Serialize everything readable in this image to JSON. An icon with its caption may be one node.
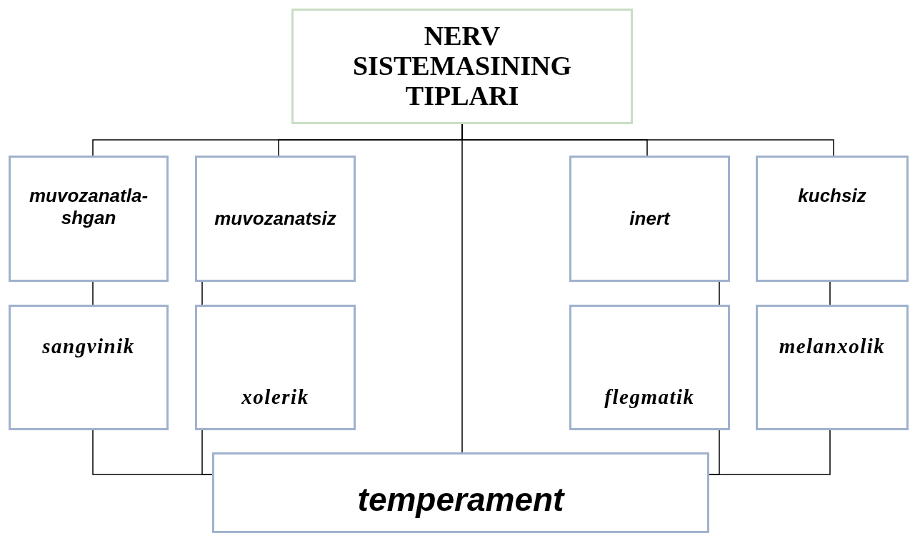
{
  "diagram": {
    "nodes": [
      {
        "text": [
          "NERV SISTEMASINING TIPLARI"
        ]
      },
      {
        "text": [
          "muvozanatla-shgan"
        ]
      },
      {
        "text": [
          "muvozanatsiz"
        ]
      },
      {
        "text": [
          "inert"
        ]
      },
      {
        "text": [
          "kuchsiz"
        ]
      },
      {
        "text": [
          "sangvinik"
        ]
      },
      {
        "text": [
          "xolerik"
        ]
      },
      {
        "text": [
          "flegmatik"
        ]
      },
      {
        "text": [
          "melanxolik"
        ]
      },
      {
        "text": [
          "temperament"
        ]
      }
    ],
    "edges": [
      {
        "from": 0,
        "to": 1,
        "arrow": "none"
      },
      {
        "from": 0,
        "to": 2,
        "arrow": "none"
      },
      {
        "from": 0,
        "to": 3,
        "arrow": "none"
      },
      {
        "from": 0,
        "to": 4,
        "arrow": "none"
      },
      {
        "from": 0,
        "to": 9,
        "arrow": "none"
      },
      {
        "from": 1,
        "to": 5,
        "arrow": "none"
      },
      {
        "from": 2,
        "to": 6,
        "arrow": "none"
      },
      {
        "from": 3,
        "to": 7,
        "arrow": "none"
      },
      {
        "from": 4,
        "to": 8,
        "arrow": "none"
      },
      {
        "from": 5,
        "to": 9,
        "arrow": "none"
      },
      {
        "from": 6,
        "to": 9,
        "arrow": "none"
      },
      {
        "from": 7,
        "to": 9,
        "arrow": "none"
      },
      {
        "from": 8,
        "to": 9,
        "arrow": "none"
      }
    ]
  }
}
